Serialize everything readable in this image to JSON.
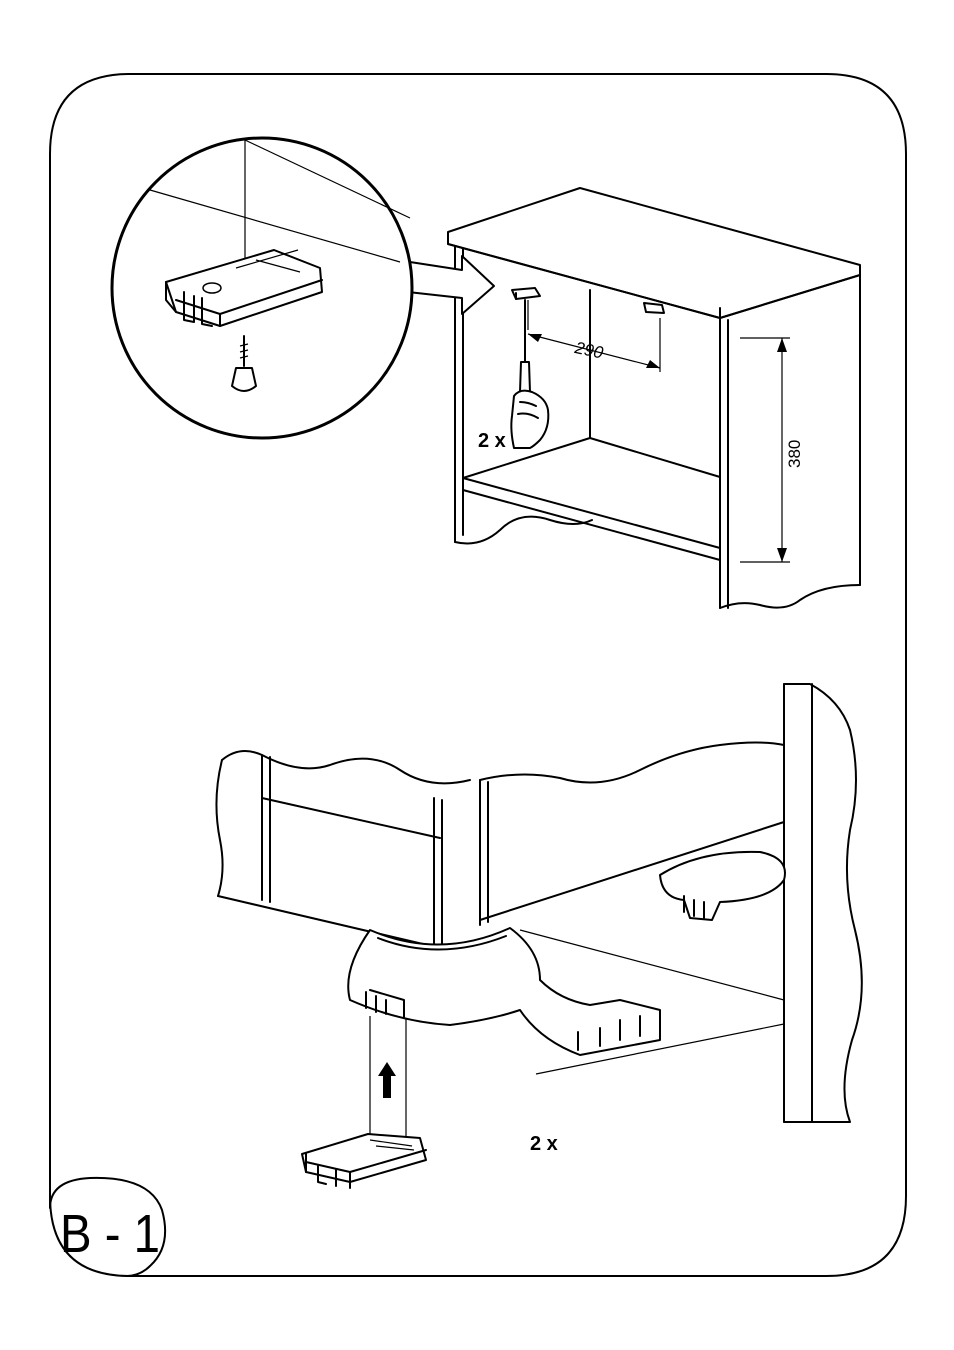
{
  "step_label": "B - 1",
  "top_view": {
    "count_label": "2 x",
    "spacing_dimension": "290",
    "height_dimension": "380"
  },
  "bottom_view": {
    "count_label": "2 x"
  }
}
